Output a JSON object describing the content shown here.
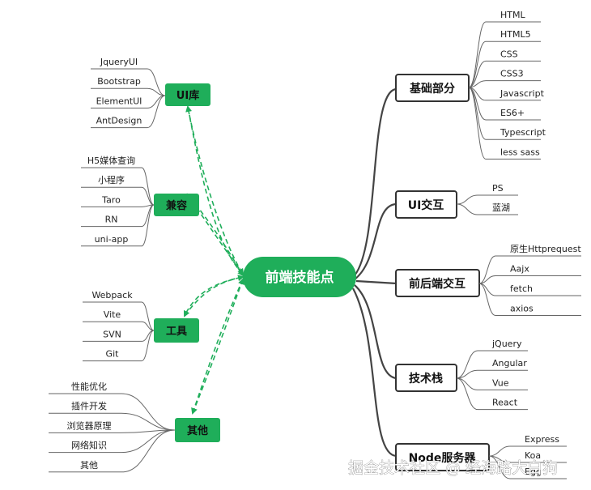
{
  "colors": {
    "green": "#1fae5a",
    "dark": "#3a3a3a",
    "line": "#444444",
    "leafLine": "#666666"
  },
  "center": {
    "label": "前端技能点"
  },
  "right": {
    "basics": {
      "label": "基础部分",
      "items": [
        "HTML",
        "HTML5",
        "CSS",
        "CSS3",
        "Javascript",
        "ES6+",
        "Typescript",
        "less sass"
      ]
    },
    "ui": {
      "label": "UI交互",
      "items": [
        "PS",
        "蓝湖"
      ]
    },
    "fe_be": {
      "label": "前后端交互",
      "items": [
        "原生Httprequest",
        "Aajx",
        "fetch",
        "axios"
      ]
    },
    "stack": {
      "label": "技术栈",
      "items": [
        "jQuery",
        "Angular",
        "Vue",
        "React"
      ]
    },
    "node": {
      "label": "Node服务器",
      "items": [
        "Express",
        "Koa",
        "Egg"
      ]
    }
  },
  "left": {
    "uilib": {
      "label": "UI库",
      "items": [
        "JqueryUI",
        "Bootstrap",
        "ElementUI",
        "AntDesign"
      ]
    },
    "compat": {
      "label": "兼容",
      "items": [
        "H5媒体查询",
        "小程序",
        "Taro",
        "RN",
        "uni-app"
      ]
    },
    "tools": {
      "label": "工具",
      "items": [
        "Webpack",
        "Vite",
        "SVN",
        "Git"
      ]
    },
    "other": {
      "label": "其他",
      "items": [
        "性能优化",
        "插件开发",
        "浏览器原理",
        "网络知识",
        "其他"
      ]
    }
  },
  "watermark": "掘金技术社区 @ 经海路大白狗"
}
